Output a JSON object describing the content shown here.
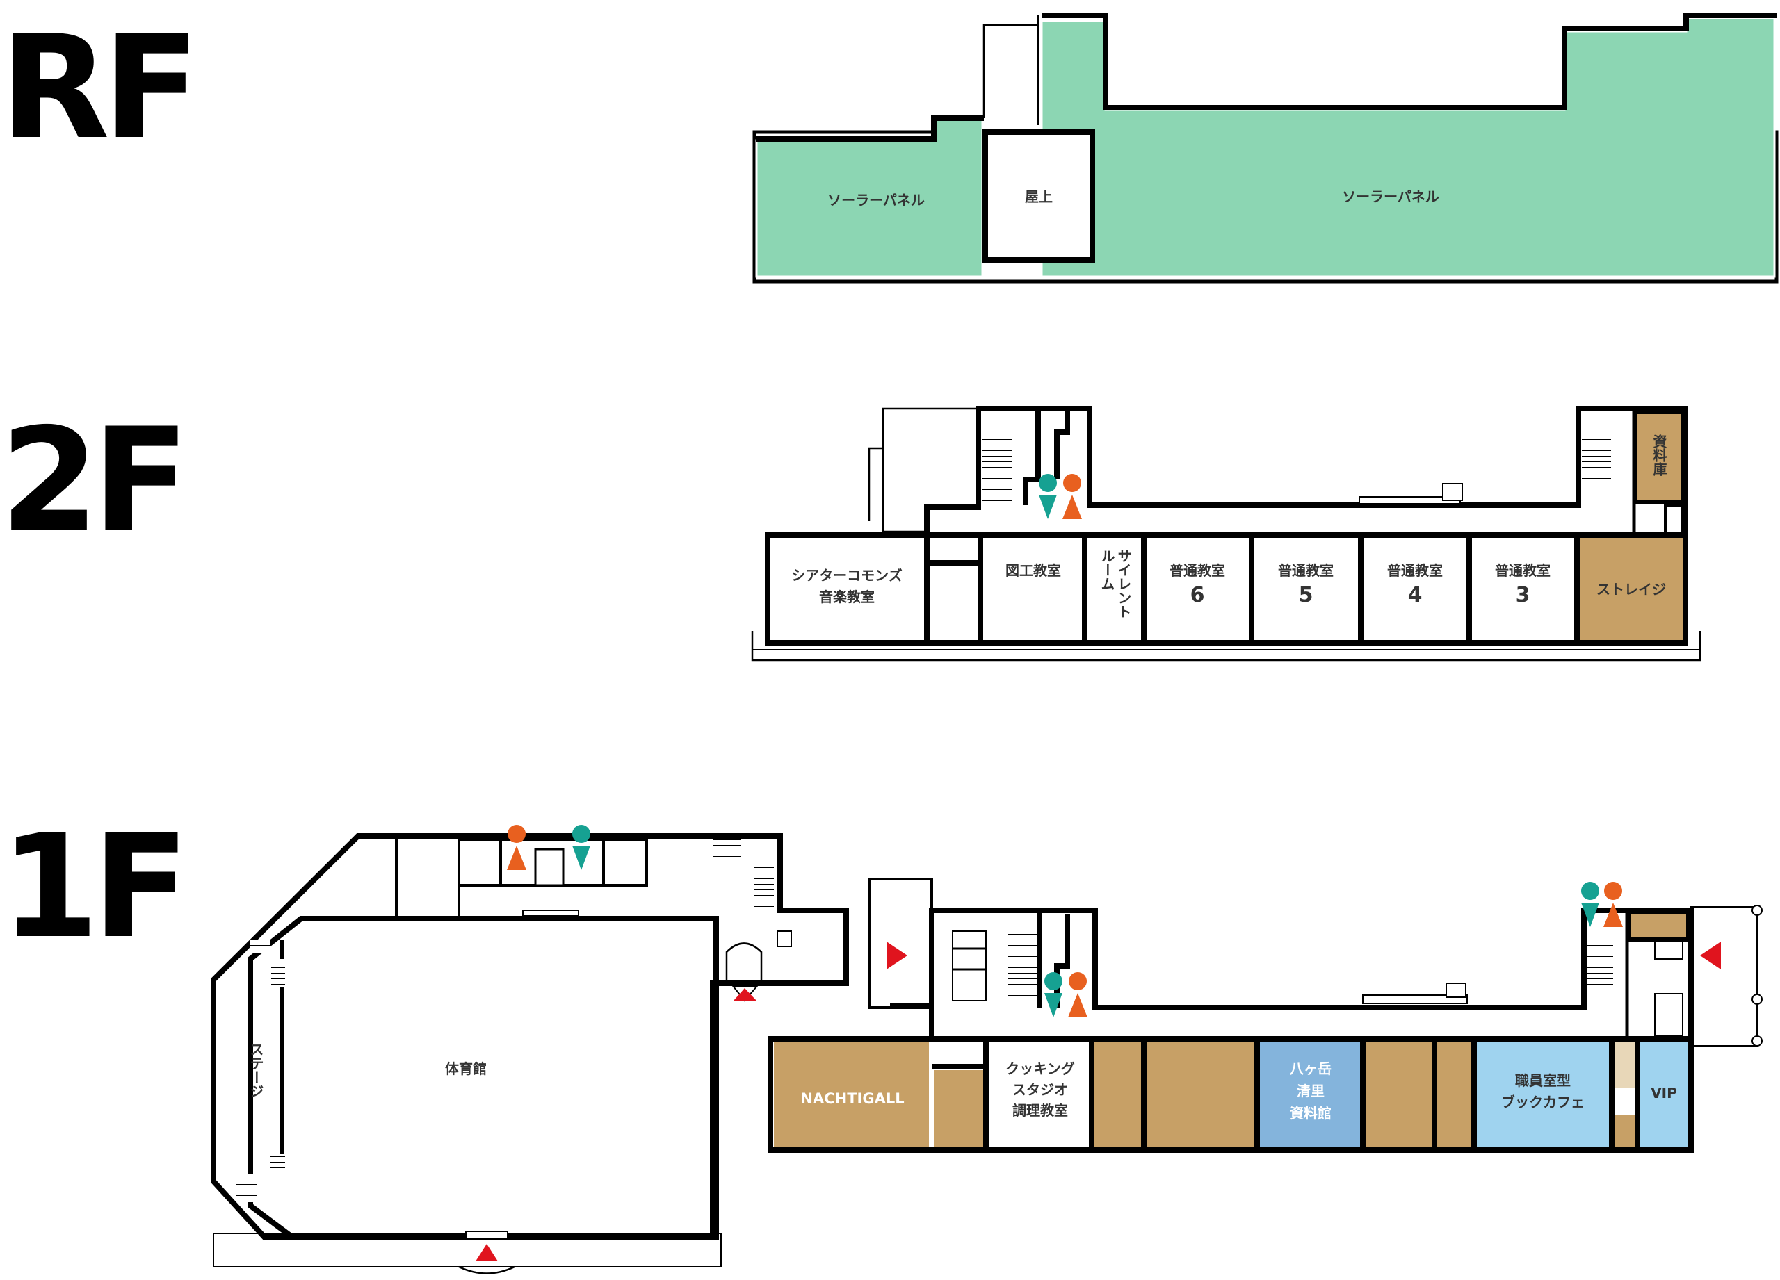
{
  "floors": {
    "rf": {
      "label": "RF",
      "rooms": {
        "solar_west": "ソーラーパネル",
        "rooftop": "屋上",
        "solar_east": "ソーラーパネル"
      }
    },
    "f2": {
      "label": "2F",
      "rooms": {
        "theater_line1": "シアターコモンズ",
        "theater_line2": "音楽教室",
        "art_room": "図工教室",
        "silent_line1": "サイレント",
        "silent_line2": "ルーム",
        "classroom_label": "普通教室",
        "classroom_6": "6",
        "classroom_5": "5",
        "classroom_4": "4",
        "classroom_3": "3",
        "storage": "ストレイジ",
        "archive": "資料庫"
      }
    },
    "f1": {
      "label": "1F",
      "rooms": {
        "stage": "ステージ",
        "gym": "体育館",
        "nachtigall": "NACHTIGALL",
        "cooking_line1": "クッキング",
        "cooking_line2": "スタジオ",
        "cooking_line3": "調理教室",
        "yatsu_line1": "八ヶ岳",
        "yatsu_line2": "清里",
        "yatsu_line3": "資料館",
        "staff_line1": "職員室型",
        "staff_line2": "ブックカフェ",
        "vip": "VIP"
      }
    }
  },
  "colors": {
    "solar": "#8cd6b3",
    "storage_tan": "#c7a066",
    "museum_blue": "#84b4dc",
    "cafe_blue": "#9fd3ef",
    "men_teal": "#16a192",
    "women_orange": "#e8601f",
    "entrance_red": "#e0141e"
  },
  "icons": [
    "restroom-men-icon",
    "restroom-women-icon",
    "entrance-arrow-icon",
    "stairs-icon"
  ]
}
